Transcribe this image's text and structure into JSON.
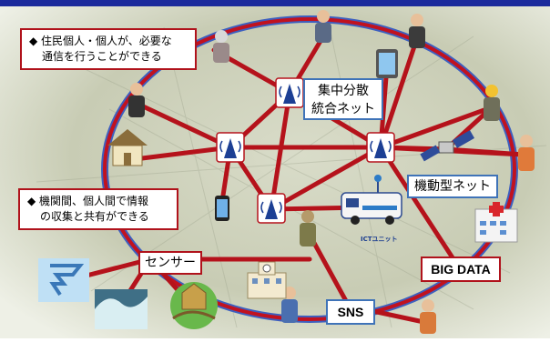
{
  "callouts": {
    "top_left": [
      "◆ 住民個人・個人が、必要な",
      "通信を行うことができる"
    ],
    "bottom_left": [
      "◆ 機関間、個人間で情報",
      "の収集と共有ができる"
    ]
  },
  "labels": {
    "hub_network": [
      "集中分散",
      "統合ネット"
    ],
    "mobile_network": "機動型ネット",
    "sensor": "センサー",
    "big_data": "BIG DATA",
    "sns": "SNS",
    "ict_unit": "ICTユニット"
  },
  "icons": [
    "antenna-tower-icon",
    "person-icon",
    "house-icon",
    "hospital-icon",
    "school-icon",
    "satellite-icon",
    "tablet-icon",
    "smartphone-icon",
    "van-icon",
    "tornado-icon",
    "tsunami-icon",
    "landslide-icon"
  ],
  "colors": {
    "ring_blue": "#3d5fbf",
    "ring_red": "#c1121f",
    "link_red": "#b5121b",
    "header_bar": "#1b2a9c"
  }
}
